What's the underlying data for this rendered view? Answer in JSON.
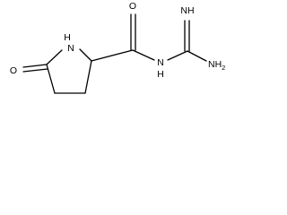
{
  "molecule": {
    "atoms": {
      "ring_nh": "H\nN",
      "ring_nh_h": "H",
      "ring_nh_n": "N",
      "lactam_o": "O",
      "amide_o": "O",
      "amide_nh_n": "N",
      "amide_nh_h": "H",
      "imine_nh": "NH",
      "amine_nh2_n": "NH",
      "amine_nh2_sub": "2"
    },
    "bonds": [
      {
        "from": "ring_n",
        "to": "alpha_c",
        "order": 1
      },
      {
        "from": "alpha_c",
        "to": "beta_c",
        "order": 1
      },
      {
        "from": "beta_c",
        "to": "gamma_c",
        "order": 1
      },
      {
        "from": "gamma_c",
        "to": "lactam_c",
        "order": 1
      },
      {
        "from": "lactam_c",
        "to": "ring_n",
        "order": 1
      },
      {
        "from": "lactam_c",
        "to": "lactam_o",
        "order": 2
      },
      {
        "from": "alpha_c",
        "to": "amide_c",
        "order": 1
      },
      {
        "from": "amide_c",
        "to": "amide_o",
        "order": 2
      },
      {
        "from": "amide_c",
        "to": "amide_n",
        "order": 1
      },
      {
        "from": "amide_n",
        "to": "guanidine_c",
        "order": 1
      },
      {
        "from": "guanidine_c",
        "to": "imine_n",
        "order": 2
      },
      {
        "from": "guanidine_c",
        "to": "amine_n",
        "order": 1
      }
    ]
  }
}
